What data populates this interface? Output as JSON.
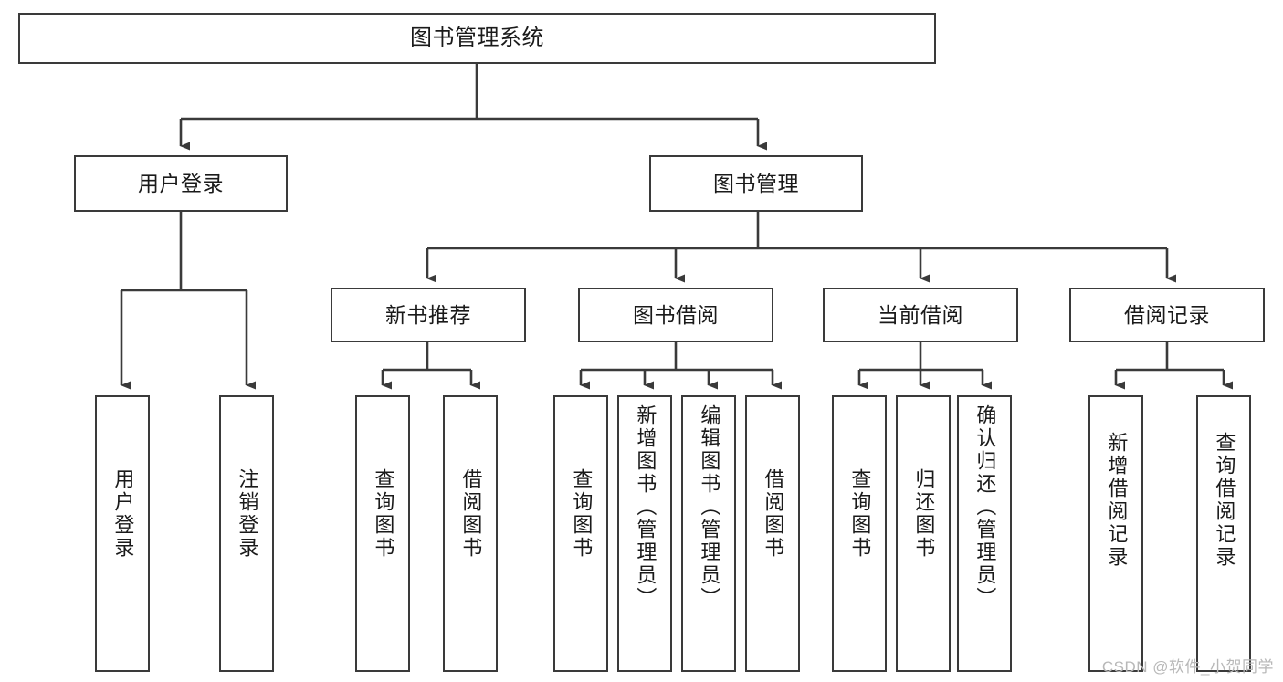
{
  "diagram": {
    "title": "图书管理系统",
    "type": "hierarchy-tree",
    "watermark": "CSDN @软件_小贺同学",
    "colors": {
      "border": "#3a3a3a",
      "background": "#ffffff",
      "text": "#1a1a1a",
      "watermark": "#b8b8b8"
    },
    "levels": {
      "level1": [
        {
          "id": "root",
          "label": "图书管理系统"
        }
      ],
      "level2": [
        {
          "id": "user-login",
          "label": "用户登录"
        },
        {
          "id": "book-manage",
          "label": "图书管理"
        }
      ],
      "level3": [
        {
          "id": "new-book-rec",
          "label": "新书推荐"
        },
        {
          "id": "book-borrow",
          "label": "图书借阅"
        },
        {
          "id": "current-borrow",
          "label": "当前借阅"
        },
        {
          "id": "borrow-record",
          "label": "借阅记录"
        }
      ],
      "level4": [
        {
          "id": "leaf-user-login",
          "label": "用户登录",
          "parent": "user-login"
        },
        {
          "id": "leaf-logout",
          "label": "注销登录",
          "parent": "user-login"
        },
        {
          "id": "leaf-query-book-1",
          "label": "查询图书",
          "parent": "new-book-rec"
        },
        {
          "id": "leaf-borrow-book-1",
          "label": "借阅图书",
          "parent": "new-book-rec"
        },
        {
          "id": "leaf-query-book-2",
          "label": "查询图书",
          "parent": "book-borrow"
        },
        {
          "id": "leaf-add-book",
          "label": "新增图书（管理员）",
          "parent": "book-borrow"
        },
        {
          "id": "leaf-edit-book",
          "label": "编辑图书（管理员）",
          "parent": "book-borrow"
        },
        {
          "id": "leaf-borrow-book-2",
          "label": "借阅图书",
          "parent": "book-borrow"
        },
        {
          "id": "leaf-query-book-3",
          "label": "查询图书",
          "parent": "current-borrow"
        },
        {
          "id": "leaf-return-book",
          "label": "归还图书",
          "parent": "current-borrow"
        },
        {
          "id": "leaf-confirm-return",
          "label": "确认归还（管理员）",
          "parent": "current-borrow"
        },
        {
          "id": "leaf-add-record",
          "label": "新增借阅记录",
          "parent": "borrow-record"
        },
        {
          "id": "leaf-query-record",
          "label": "查询借阅记录",
          "parent": "borrow-record"
        }
      ]
    }
  }
}
